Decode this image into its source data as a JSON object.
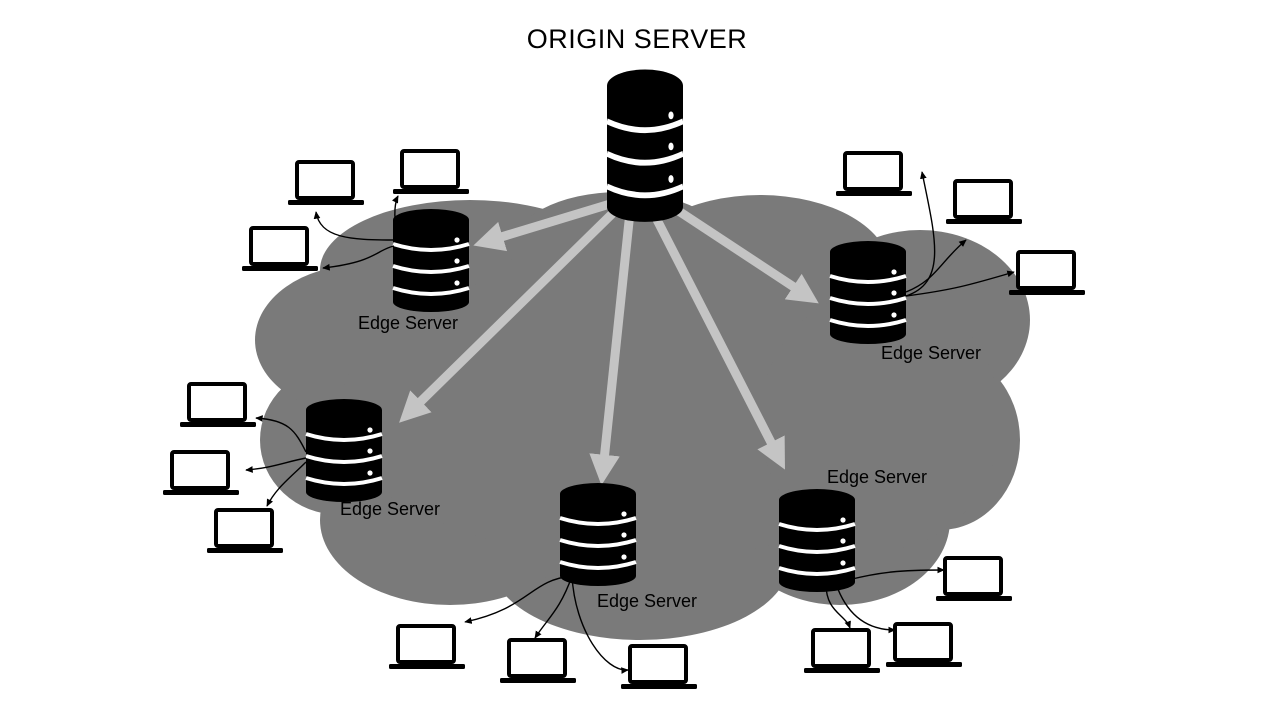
{
  "diagram": {
    "title": "ORIGIN SERVER",
    "origin": {
      "icon": "database-server-icon"
    },
    "edge_servers": [
      {
        "id": "top-left",
        "label": "Edge Server",
        "icon": "database-server-icon",
        "clients": 3
      },
      {
        "id": "top-right",
        "label": "Edge Server",
        "icon": "database-server-icon",
        "clients": 3
      },
      {
        "id": "left",
        "label": "Edge Server",
        "icon": "database-server-icon",
        "clients": 3
      },
      {
        "id": "bottom-center",
        "label": "Edge Server",
        "icon": "database-server-icon",
        "clients": 3
      },
      {
        "id": "bottom-right",
        "label": "Edge Server",
        "icon": "database-server-icon",
        "clients": 3
      }
    ],
    "client_icon": "laptop-icon",
    "colors": {
      "cloud": "#7a7a7a",
      "arrow": "#c4c4c4",
      "server": "#000000",
      "laptop": "#000000"
    }
  }
}
